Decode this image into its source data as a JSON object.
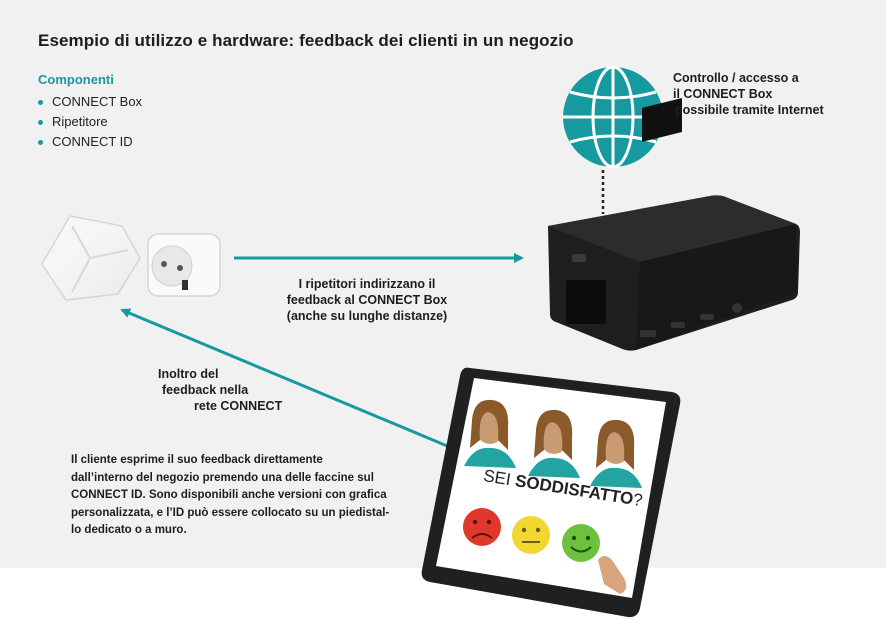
{
  "title": "Esempio di utilizzo e hardware: feedback dei clienti in un negozio",
  "components": {
    "heading": "Componenti",
    "items": [
      "CONNECT Box",
      "Ripetitore",
      "CONNECT ID"
    ]
  },
  "control_text": [
    "Controllo / accesso a",
    "il CONNECT Box",
    "possibile tramite Internet"
  ],
  "repeaters_text": [
    "I ripetitori indirizzano il",
    "feedback al CONNECT Box",
    "(anche su lunghe distanze)"
  ],
  "forward_text": [
    "Inoltro del",
    "feedback nella",
    "rete CONNECT"
  ],
  "customer_text": [
    "Il cliente esprime il suo feedback direttamente",
    "dall’interno del negozio premendo una delle faccine sul",
    "CONNECT ID. Sono disponibili anche versioni con grafica",
    "personalizzata, e l’ID può essere collocato su un piedistal-",
    "lo dedicato o a muro."
  ],
  "device_screen": {
    "question_prefix": "SEI ",
    "question_bold": "SODDISFATTO",
    "question_suffix": "?"
  },
  "icons": [
    "globe-icon",
    "sad-face-icon",
    "neutral-face-icon",
    "happy-face-icon"
  ],
  "colors": {
    "accent": "#169aa0",
    "sad": "#e0382b",
    "neutral": "#f4d633",
    "happy": "#6ec13f"
  }
}
